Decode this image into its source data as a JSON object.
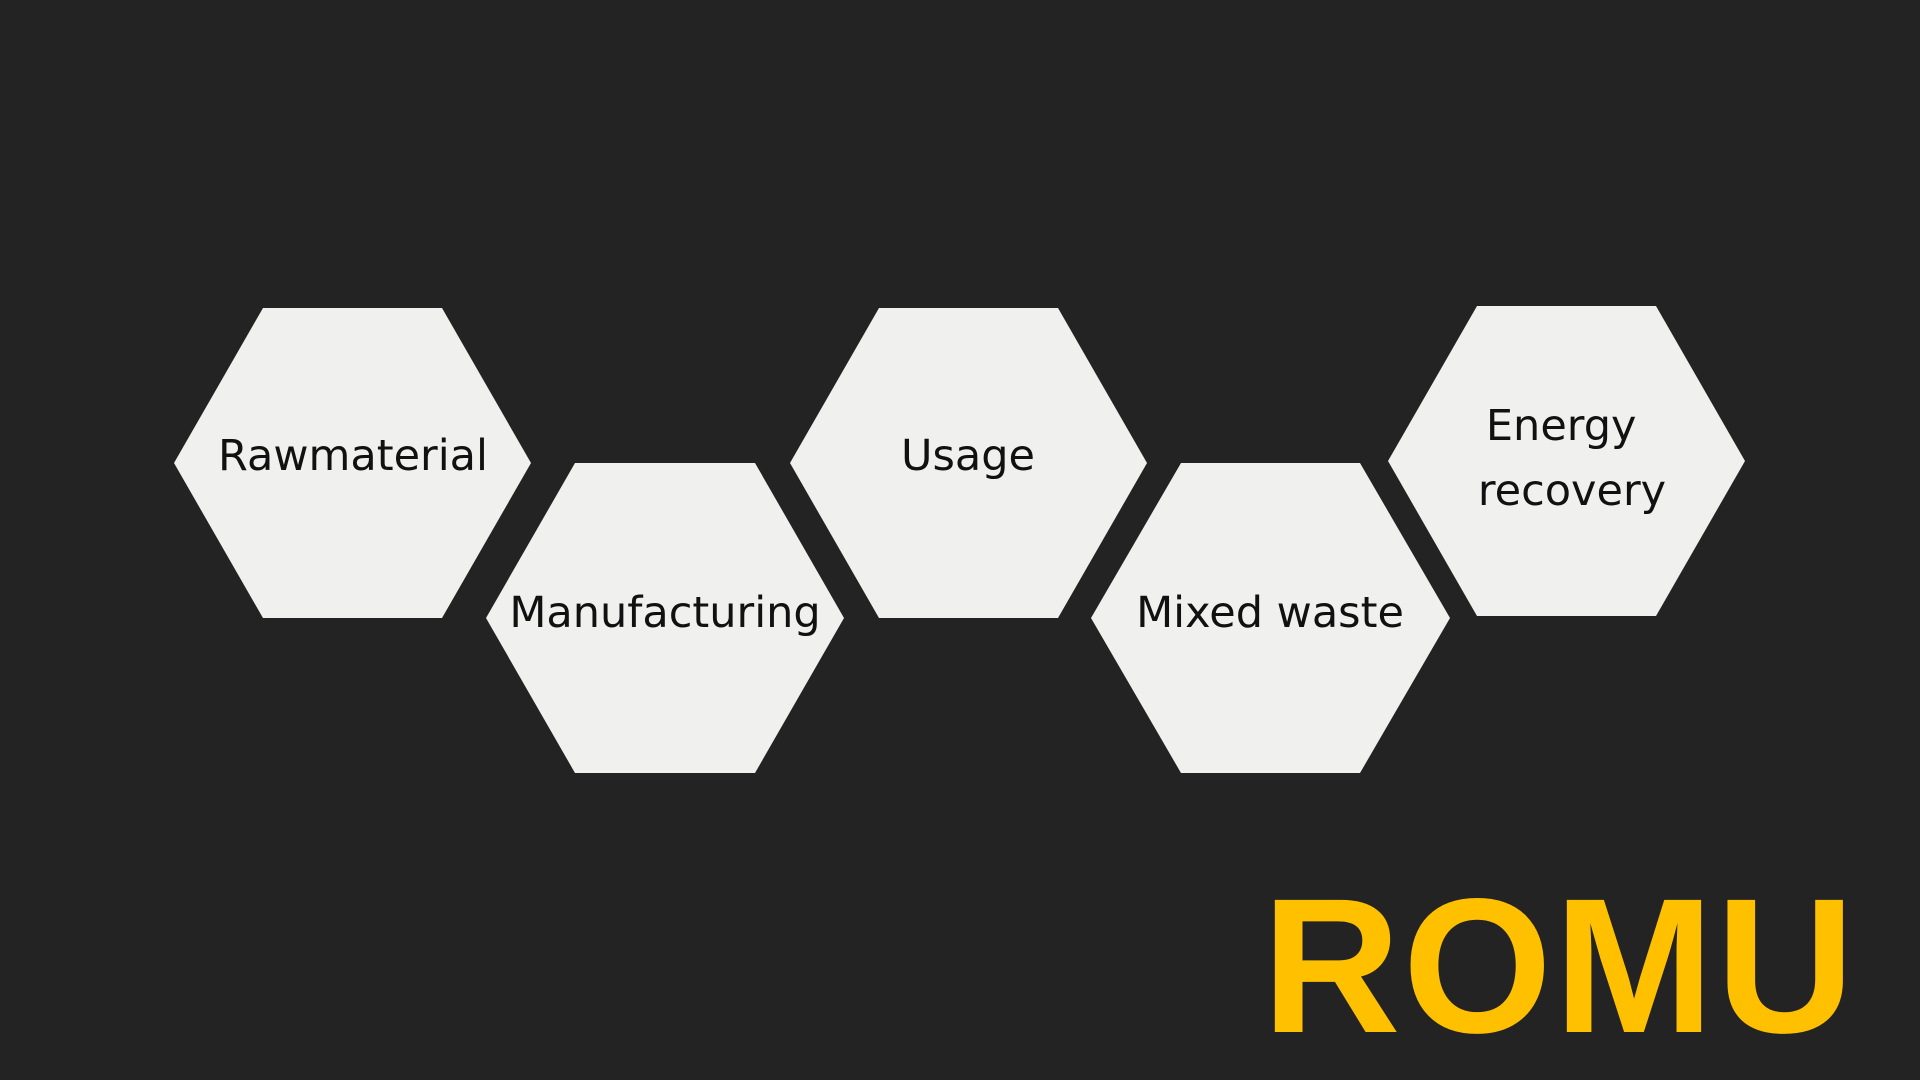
{
  "diagram": {
    "nodes": [
      {
        "id": "rawmaterial",
        "lines": [
          "Rawmaterial"
        ]
      },
      {
        "id": "manufacturing",
        "lines": [
          "Manufacturing"
        ]
      },
      {
        "id": "usage",
        "lines": [
          "Usage"
        ]
      },
      {
        "id": "mixed-waste",
        "lines": [
          "Mixed waste"
        ]
      },
      {
        "id": "energy-recovery",
        "lines": [
          "Energy",
          "recovery"
        ]
      }
    ]
  },
  "brand": {
    "logo_text": "ROMU"
  },
  "colors": {
    "background": "#232323",
    "hexagon_fill": "#f0f0ee",
    "label_text": "#111111",
    "logo": "#ffc000"
  }
}
